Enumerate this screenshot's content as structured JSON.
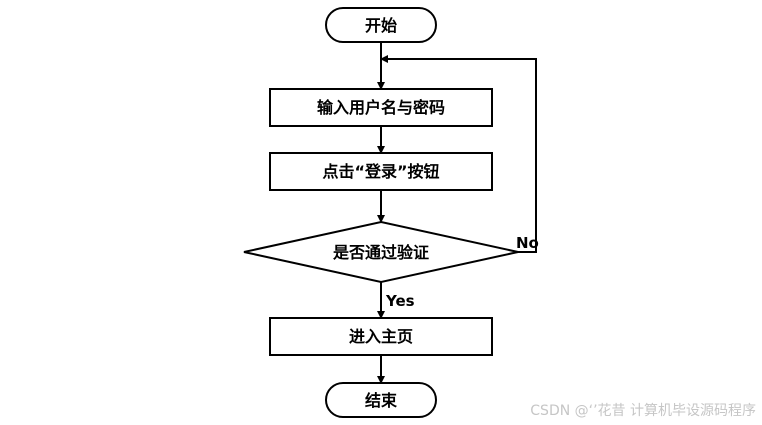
{
  "diagram": {
    "nodes": {
      "start": "开始",
      "input": "输入用户名与密码",
      "click": "点击“登录”按钮",
      "decision": "是否通过验证",
      "home": "进入主页",
      "end": "结束"
    },
    "edges": {
      "no_label": "No",
      "yes_label": "Yes"
    }
  },
  "watermark": "CSDN @‘’花昔   计算机毕设源码程序"
}
